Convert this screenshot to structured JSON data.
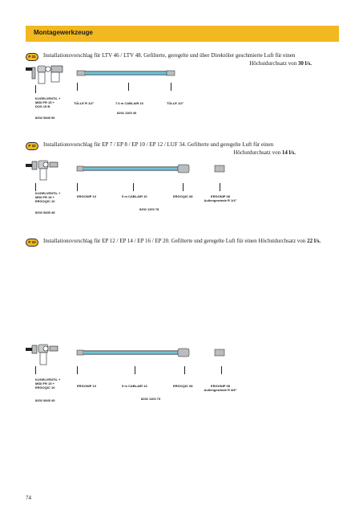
{
  "header": {
    "title": "Montagewerkzeuge"
  },
  "sections": [
    {
      "badge": "P 31",
      "text_line1": "Installationsvorschlag für LTV 46 / LTV 48. Gefilterte, geregelte und über Direktöler geschmierte Luft für einen",
      "text_line2_prefix": "Höchstdurchsatz von ",
      "flow": "30 l/s.",
      "left_label_lines": [
        "KUGELVENTIL +",
        "MIDI FR 15 +",
        "DOS 15 B"
      ],
      "left_code": "8202 0845 96",
      "parts": [
        "TÜLLE R 1/2\"",
        "7.6 m CABLAIR 16",
        "TÜLLE 1/2\""
      ],
      "kit_code": "8202 1100 40"
    },
    {
      "badge": "P 32",
      "text_line1": "Installationsvorschlag für EP 7 / EP 8 / EP 10 / EP 12 / LUF 34. Gefilterte und geregelte Luft für einen",
      "text_line2_prefix": "Höchstdurchsatz von ",
      "flow": "14 l/s.",
      "left_label_lines": [
        "KUGELVENTIL +",
        "MIDI FR 15 +",
        "ERGOQIC 10"
      ],
      "left_code": "8202 0845 48",
      "parts": [
        "ERGONIP 10",
        "5 m CABLAIR 10",
        "ERGOQIC 08",
        "ERGONIP 08"
      ],
      "part_sub": "Außengewinde R 1/4\"",
      "kit_code": "8202 1100 78"
    },
    {
      "badge": "P 33",
      "text_line1": "Installationsvorschlag für EP 12 / EP 14 / EP 16 / EP 20. Gefilterte und geregelte Luft für einen Höchstdurchsatz von ",
      "flow": "22 l/s.",
      "left_label_lines": [
        "KUGELVENTIL +",
        "MIDI FR 15 +",
        "ERGOQIC 10"
      ],
      "left_code": "8202 0845 49",
      "parts": [
        "ERGONIP 10",
        "5 m CABLAIR 13",
        "ERGOQIC 08",
        "ERGONIP 08"
      ],
      "part_sub": "Außengewinde R 3/8\"",
      "kit_code": "8202 1100 79"
    }
  ],
  "page_number": "74",
  "colors": {
    "accent": "#f2b81f",
    "hose": "#6fc3d9",
    "metal": "#b9bdc0",
    "ink": "#1a1a1a"
  }
}
